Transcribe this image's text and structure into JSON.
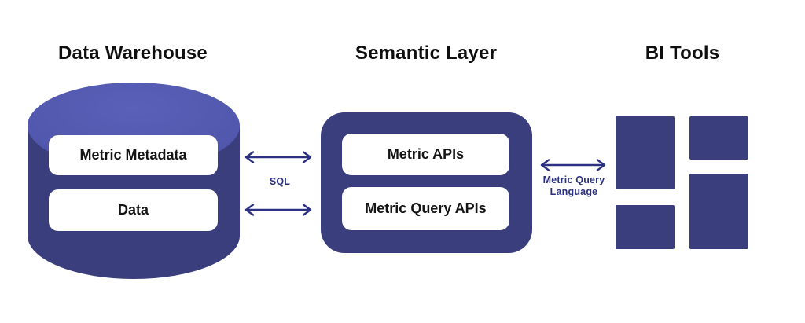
{
  "diagram": {
    "colors": {
      "navy": "#3a3e7d",
      "cylinder_top": "#5157ac",
      "cylinder_top_edge": "#474da0",
      "arrow": "#2b3082",
      "title_text": "#0f0f0f",
      "box_text": "#141414",
      "box_bg": "#ffffff",
      "background": "#ffffff"
    },
    "sections": {
      "warehouse": {
        "title": "Data Warehouse",
        "items": [
          {
            "label": "Metric Metadata"
          },
          {
            "label": "Data"
          }
        ]
      },
      "semantic": {
        "title": "Semantic Layer",
        "items": [
          {
            "label": "Metric APIs"
          },
          {
            "label": "Metric Query APIs"
          }
        ]
      },
      "bi": {
        "title": "BI Tools",
        "tile_count": 4
      }
    },
    "connections": [
      {
        "from": "Data Warehouse",
        "to": "Semantic Layer",
        "label": "SQL"
      },
      {
        "from": "Semantic Layer",
        "to": "BI Tools",
        "label": "Metric Query Language",
        "label_line1": "Metric Query",
        "label_line2": "Language"
      }
    ]
  }
}
